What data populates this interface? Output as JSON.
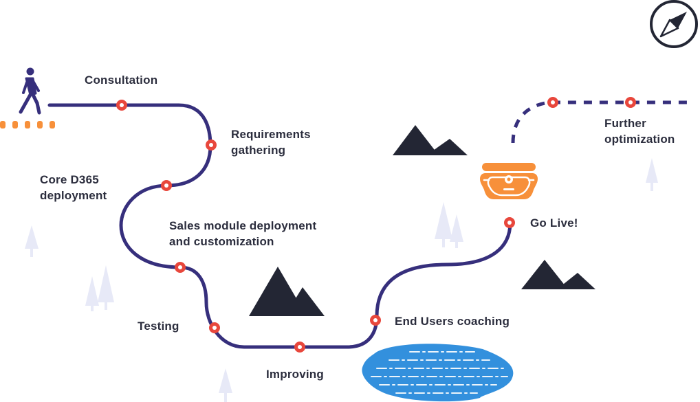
{
  "colors": {
    "path": "#362f7c",
    "milestone": "#e8473c",
    "accent": "#f7903a",
    "mountain": "#232634",
    "tree": "#e7e9f7",
    "water": "#3390dd",
    "text": "#2b2d3d"
  },
  "icons": {
    "walker": "walking-person-icon",
    "compass": "compass-icon",
    "chest": "treasure-chest-icon"
  },
  "milestones": [
    {
      "id": "consultation",
      "label": "Consultation"
    },
    {
      "id": "requirements",
      "label": "Requirements\ngathering"
    },
    {
      "id": "core",
      "label": "Core D365\ndeployment"
    },
    {
      "id": "sales",
      "label": "Sales module deployment\nand customization"
    },
    {
      "id": "testing",
      "label": "Testing"
    },
    {
      "id": "improving",
      "label": "Improving"
    },
    {
      "id": "coaching",
      "label": "End Users coaching"
    },
    {
      "id": "golive",
      "label": "Go Live!"
    },
    {
      "id": "optimization",
      "label": "Further\noptimization"
    }
  ]
}
